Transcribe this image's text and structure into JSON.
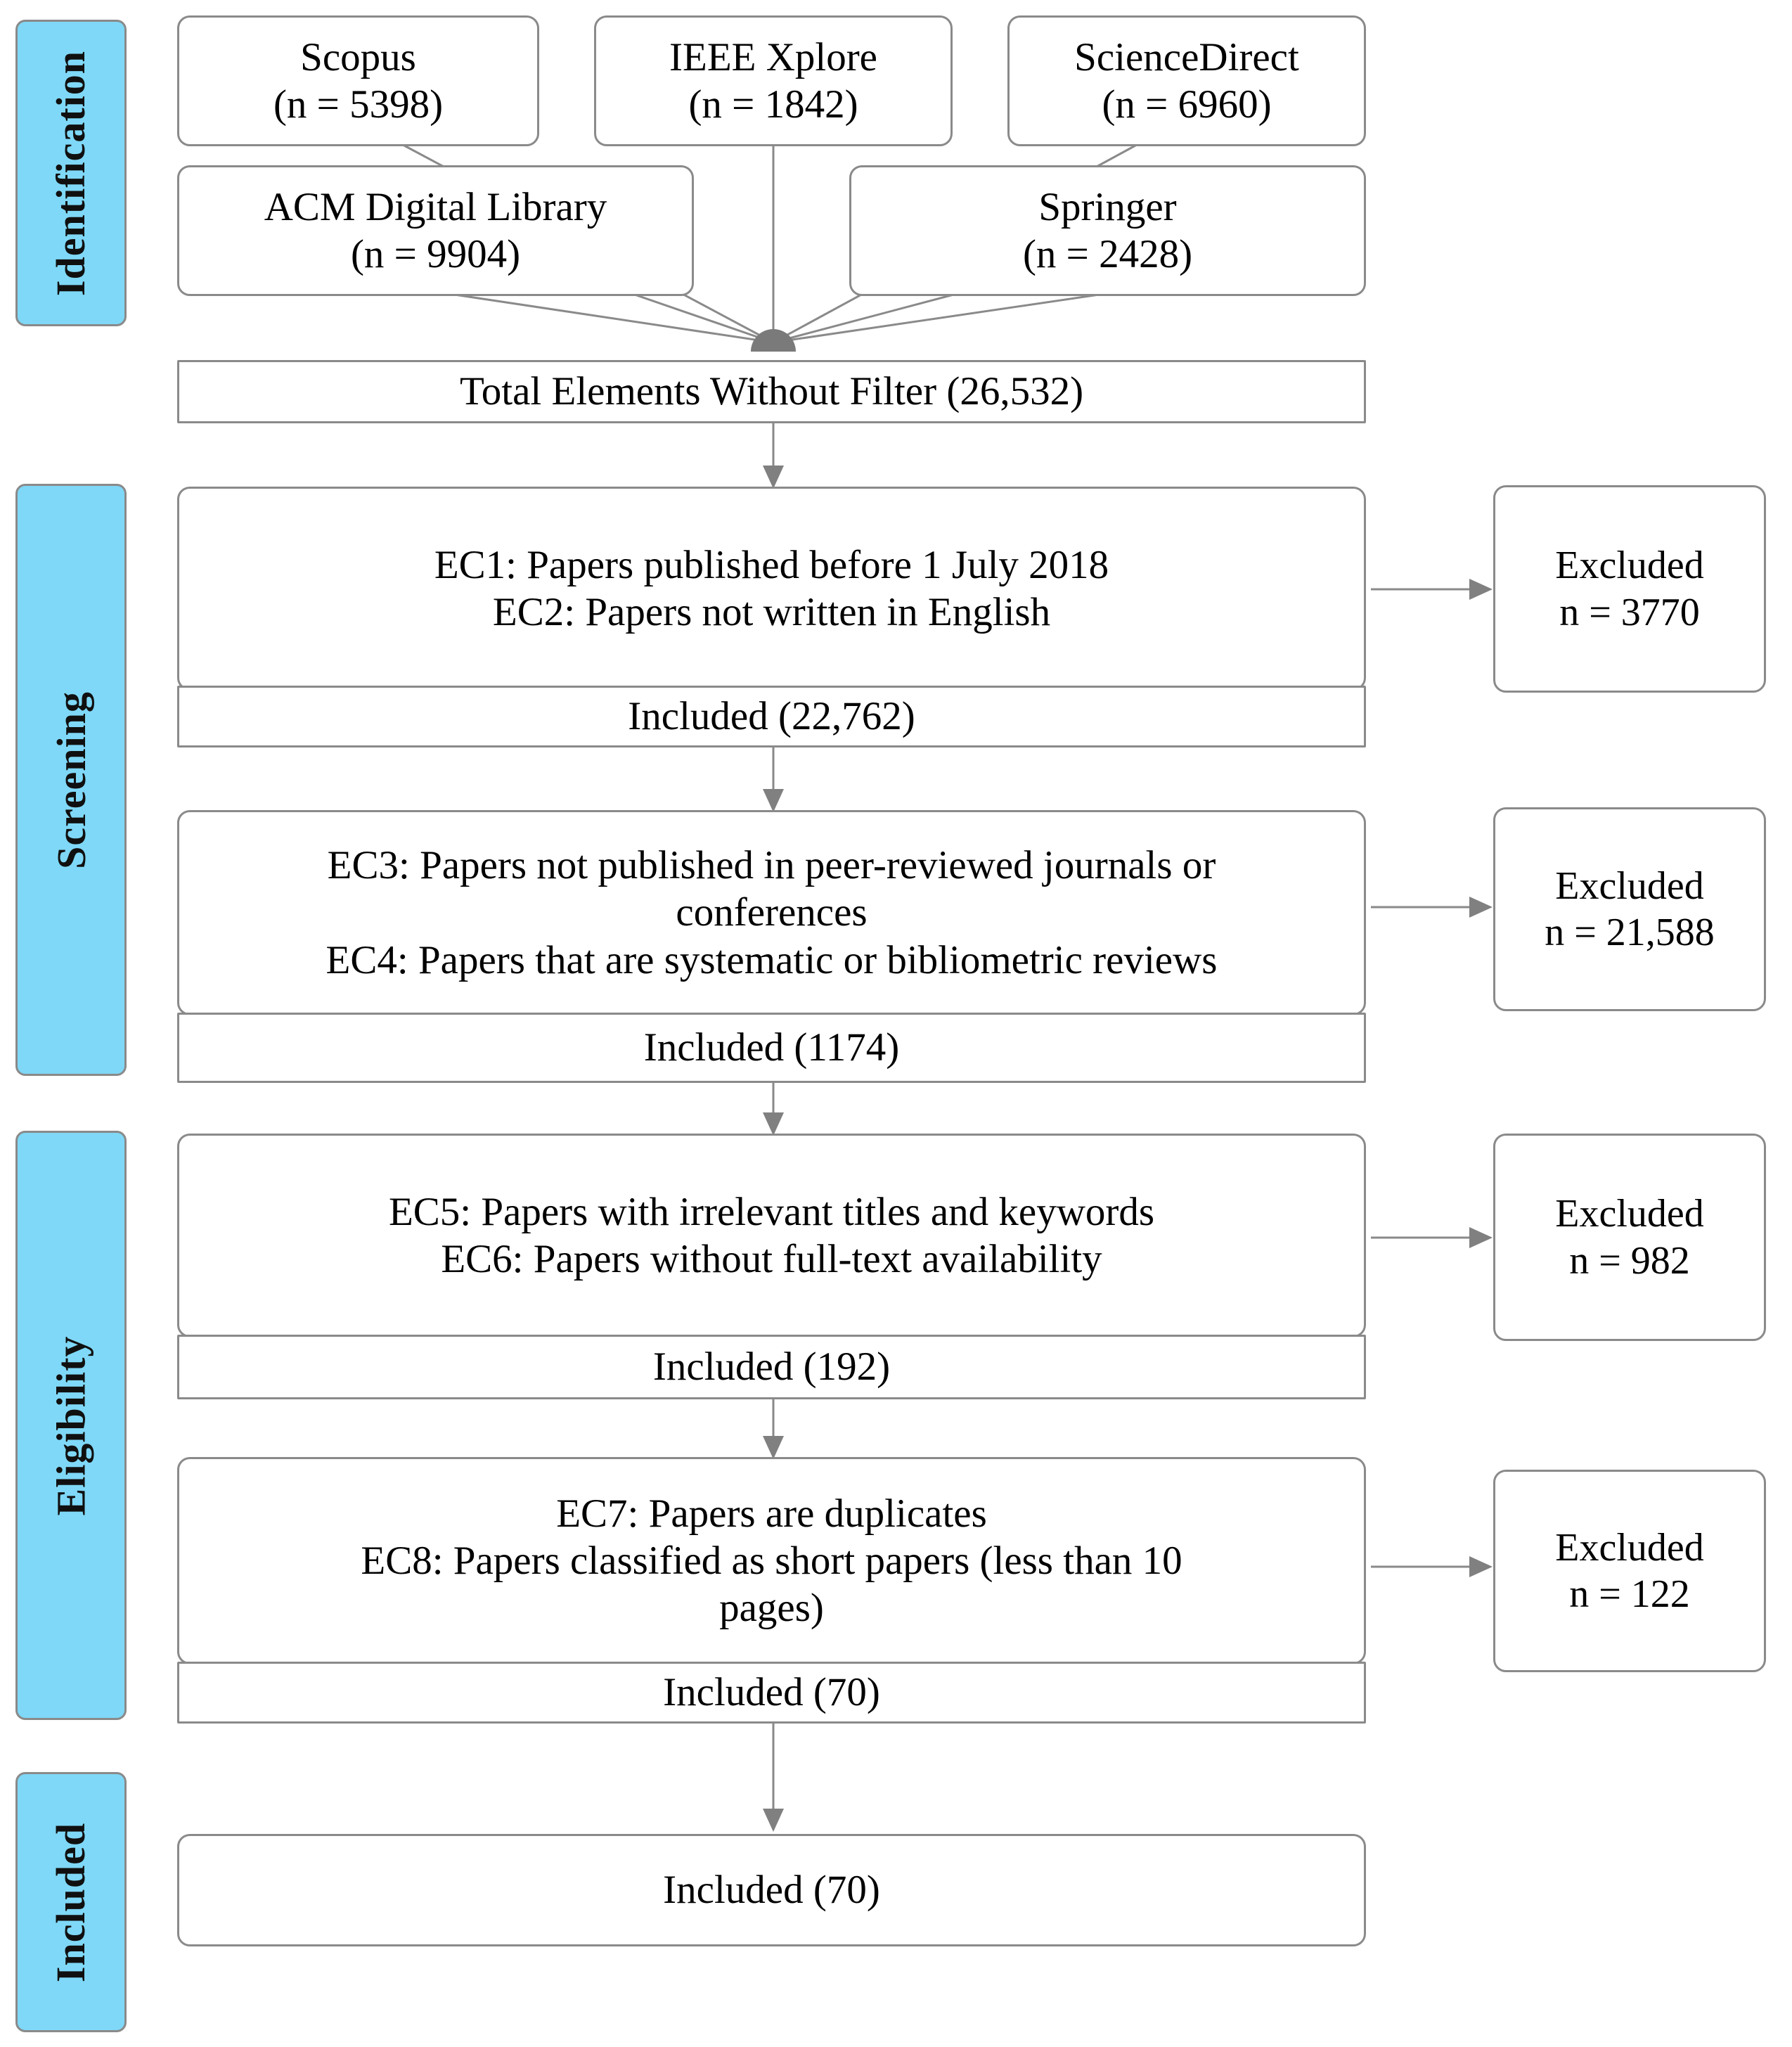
{
  "diagram": {
    "title": "PRISMA study selection flow diagram",
    "accent_color": "#7FD8F7",
    "border_color": "#8a8a8a",
    "text_color": "#000000",
    "background_color": "#ffffff"
  },
  "stages": [
    {
      "label": "Identification"
    },
    {
      "label": "Screening"
    },
    {
      "label": "Eligibility"
    },
    {
      "label": "Included"
    }
  ],
  "sources": [
    {
      "name": "Scopus",
      "count": "(n = 5398)"
    },
    {
      "name": "IEEE Xplore",
      "count": "(n = 1842)"
    },
    {
      "name": "ScienceDirect",
      "count": "(n = 6960)"
    },
    {
      "name": "ACM Digital Library",
      "count": "(n = 9904)"
    },
    {
      "name": "Springer",
      "count": "(n = 2428)"
    }
  ],
  "total_box": {
    "label": "Total Elements Without Filter (26,532)"
  },
  "steps": [
    {
      "criteria": [
        "EC1: Papers published before 1 July 2018",
        "EC2: Papers not written in English"
      ],
      "included": "Included (22,762)",
      "excluded_label": "Excluded",
      "excluded_count": "n = 3770"
    },
    {
      "criteria": [
        "EC3: Papers not published in peer-reviewed journals or",
        "conferences",
        "EC4: Papers that are systematic or bibliometric reviews"
      ],
      "included": "Included (1174)",
      "excluded_label": "Excluded",
      "excluded_count": "n = 21,588"
    },
    {
      "criteria": [
        "EC5: Papers with irrelevant titles and keywords",
        "EC6: Papers without full-text availability"
      ],
      "included": "Included (192)",
      "excluded_label": "Excluded",
      "excluded_count": "n = 982"
    },
    {
      "criteria": [
        "EC7: Papers are duplicates",
        "EC8: Papers classified as short papers (less than 10",
        "pages)"
      ],
      "included": "Included (70)",
      "excluded_label": "Excluded",
      "excluded_count": "n = 122"
    }
  ],
  "final_box": {
    "label": "Included (70)"
  }
}
